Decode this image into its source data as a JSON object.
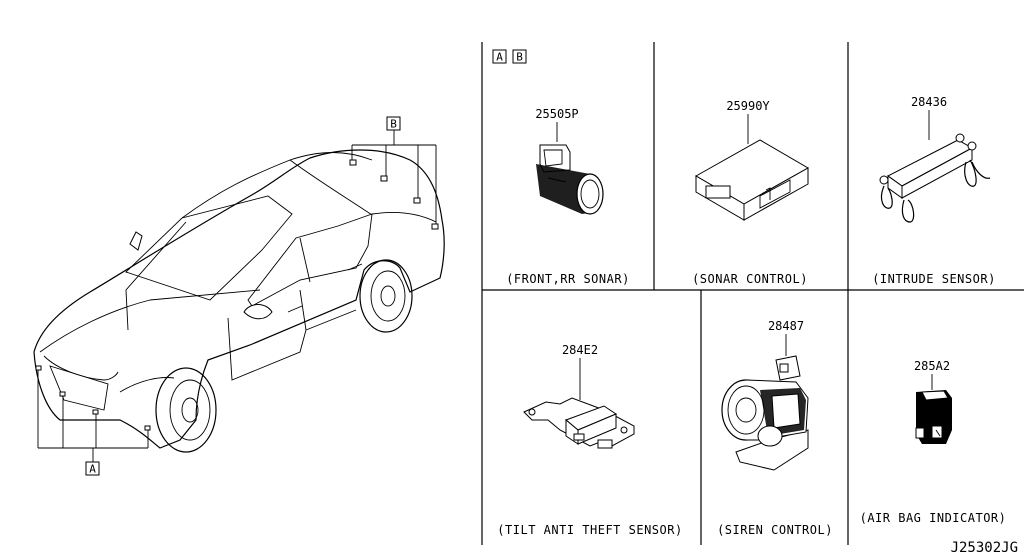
{
  "vehicle": {
    "callouts": [
      "A",
      "B"
    ],
    "group_label": [
      "A",
      "B"
    ]
  },
  "parts": [
    {
      "part_no": "25505P",
      "caption": "(FRONT,RR SONAR)"
    },
    {
      "part_no": "25990Y",
      "caption": "(SONAR CONTROL)"
    },
    {
      "part_no": "28436",
      "caption": "(INTRUDE SENSOR)"
    },
    {
      "part_no": "284E2",
      "caption": "(TILT ANTI THEFT SENSOR)"
    },
    {
      "part_no": "28487",
      "caption": "(SIREN CONTROL)"
    },
    {
      "part_no": "285A2",
      "caption": "(AIR BAG INDICATOR)"
    }
  ],
  "diagram_id": "J25302JG"
}
